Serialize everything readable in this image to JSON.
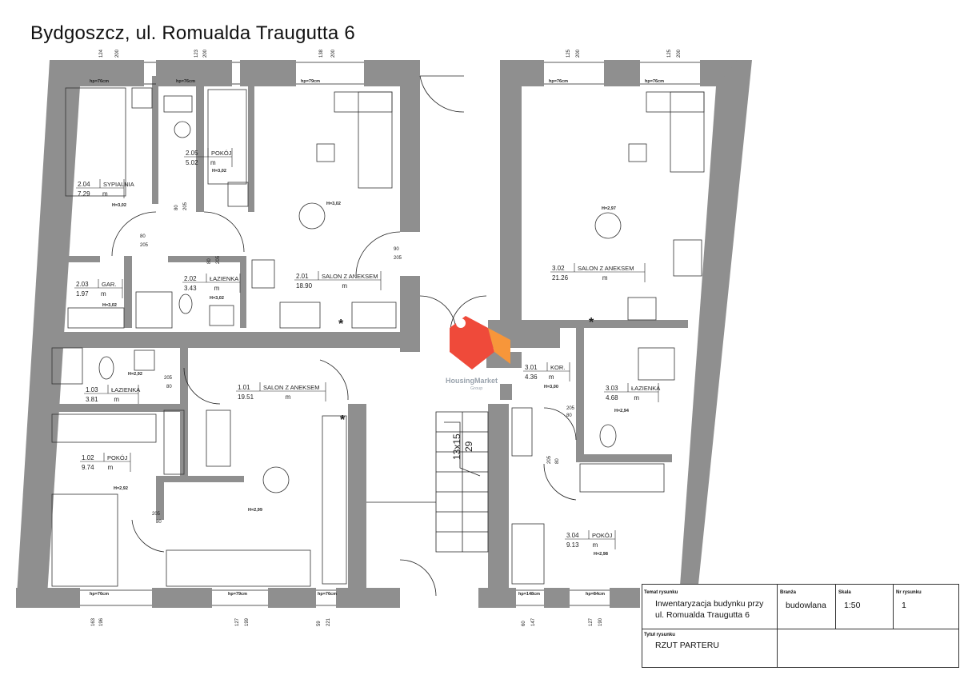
{
  "page": {
    "title": "Bydgoszcz, ul. Romualda Traugutta 6"
  },
  "rooms": [
    {
      "id": "2.04",
      "name": "SYPIALNIA",
      "area": "7.29",
      "unit": "m",
      "height": "H=3,02"
    },
    {
      "id": "2.05",
      "name": "POKÓJ",
      "area": "5.02",
      "unit": "m",
      "height": "H=3,02"
    },
    {
      "id": "2.03",
      "name": "GAR.",
      "area": "1.97",
      "unit": "m",
      "height": "H=3,02"
    },
    {
      "id": "2.02",
      "name": "ŁAZIENKA",
      "area": "3.43",
      "unit": "m",
      "height": "H=3,02"
    },
    {
      "id": "2.01",
      "name": "SALON Z ANEKSEM",
      "area": "18.90",
      "unit": "m",
      "height": "H=3,02"
    },
    {
      "id": "3.02",
      "name": "SALON Z ANEKSEM",
      "area": "21.26",
      "unit": "m",
      "height": "H=2,97"
    },
    {
      "id": "1.03",
      "name": "ŁAZIENKA",
      "area": "3.81",
      "unit": "m",
      "height": "H=2,92"
    },
    {
      "id": "1.01",
      "name": "SALON Z ANEKSEM",
      "area": "19.51",
      "unit": "m",
      "height": "H=2,99"
    },
    {
      "id": "1.02",
      "name": "POKÓJ",
      "area": "9.74",
      "unit": "m",
      "height": "H=2,92"
    },
    {
      "id": "3.01",
      "name": "KOR.",
      "area": "4.36",
      "unit": "m",
      "height": "H=3,00"
    },
    {
      "id": "3.03",
      "name": "ŁAZIENKA",
      "area": "4.68",
      "unit": "m",
      "height": "H=2,94"
    },
    {
      "id": "3.04",
      "name": "POKÓJ",
      "area": "9.13",
      "unit": "m",
      "height": "H=2,98"
    }
  ],
  "windows": [
    "hp=76cm",
    "hp=76cm",
    "hp=79cm",
    "hp=76cm",
    "hp=76cm",
    "hp=76cm",
    "hp=79cm",
    "hp=76cm",
    "hp=148cm",
    "hp=84cm"
  ],
  "dimensions": {
    "top": [
      "124",
      "200",
      "123",
      "200",
      "138",
      "200",
      "125",
      "200",
      "125",
      "200"
    ],
    "bottom": [
      "163",
      "196",
      "127",
      "199",
      "59",
      "221",
      "60",
      "147",
      "127",
      "190"
    ],
    "doors": [
      "80",
      "205",
      "80",
      "205",
      "80",
      "205",
      "90",
      "205",
      "205",
      "80",
      "205",
      "80",
      "205",
      "80",
      "205",
      "80"
    ],
    "stairs": "13x15",
    "stairs_depth": "29"
  },
  "markers": {
    "star": "*"
  },
  "logo": {
    "text": "HousingMarket",
    "sub": "Group"
  },
  "title_block": {
    "temat_label": "Temat rysunku",
    "temat_line1": "Inwentaryzacja budynku przy",
    "temat_line2": "ul. Romualda Traugutta 6",
    "branza_label": "Branża",
    "branza_value": "budowlana",
    "skala_label": "Skala",
    "skala_value": "1:50",
    "nr_label": "Nr rysunku",
    "nr_value": "1",
    "tytul_label": "Tytuł rysunku",
    "tytul_value": "RZUT PARTERU"
  },
  "colors": {
    "wall": "#8f8f8f",
    "line": "#222222",
    "logo_red": "#ef4a3a",
    "logo_orange": "#f7963a"
  }
}
